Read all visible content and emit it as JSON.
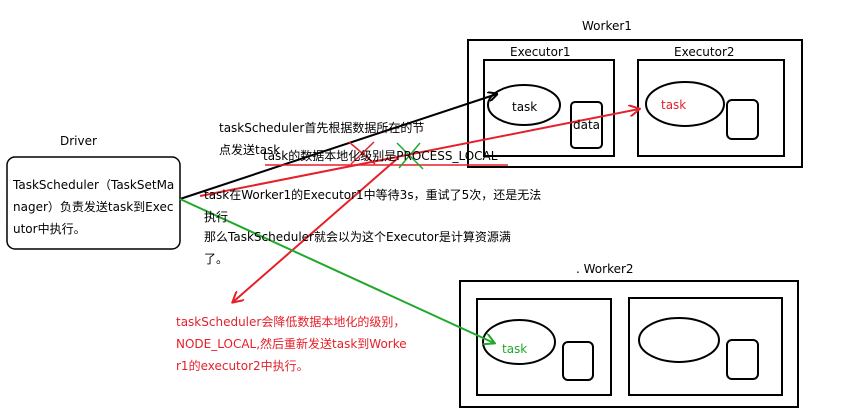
{
  "labels": {
    "worker1": "Worker1",
    "executor1": "Executor1",
    "executor2": "Executor2",
    "task_w1e1": "task",
    "data": "data",
    "task_w1e2": "task",
    "driver": "Driver",
    "driver_box": "TaskScheduler（TaskSetManager）负责发送task到Executor中执行。",
    "worker2": ". Worker2",
    "task_w2": "task"
  },
  "notes": {
    "send": "taskScheduler首先根据数据所在的节点发送task",
    "locality": "task的数据本地化级别是PROCESS_LOCAL",
    "wait": "task在Worker1的Executor1中等待3s，重试了5次，还是无法执行",
    "full": "那么TaskScheduler就会以为这个Executor是计算资源满了。",
    "lower": "taskScheduler会降低数据本地化的级别，NODE_LOCAL,然后重新发送task到Worker1的executor2中执行。"
  },
  "colors": {
    "red": "#e5202a",
    "green": "#1fa82a",
    "black": "#000000"
  }
}
